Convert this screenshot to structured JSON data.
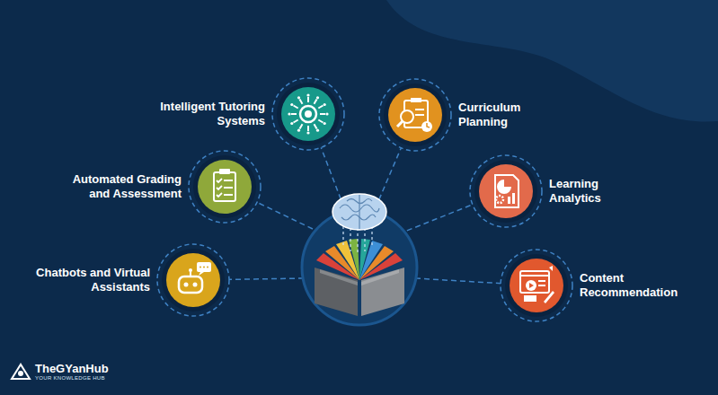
{
  "diagram": {
    "nodes": [
      {
        "text": [
          "Intelligent Tutoring Systems"
        ]
      },
      {
        "text": [
          "Curriculum Planning"
        ]
      },
      {
        "text": [
          "Automated Grading and Assessment"
        ]
      },
      {
        "text": [
          "Learning Analytics"
        ]
      },
      {
        "text": [
          "Chatbots and Virtual Assistants"
        ]
      },
      {
        "text": [
          "Content Recommendation"
        ]
      }
    ],
    "labels": [
      "TheGYanHub",
      "YOUR KNOWLEDGE HUB"
    ]
  }
}
